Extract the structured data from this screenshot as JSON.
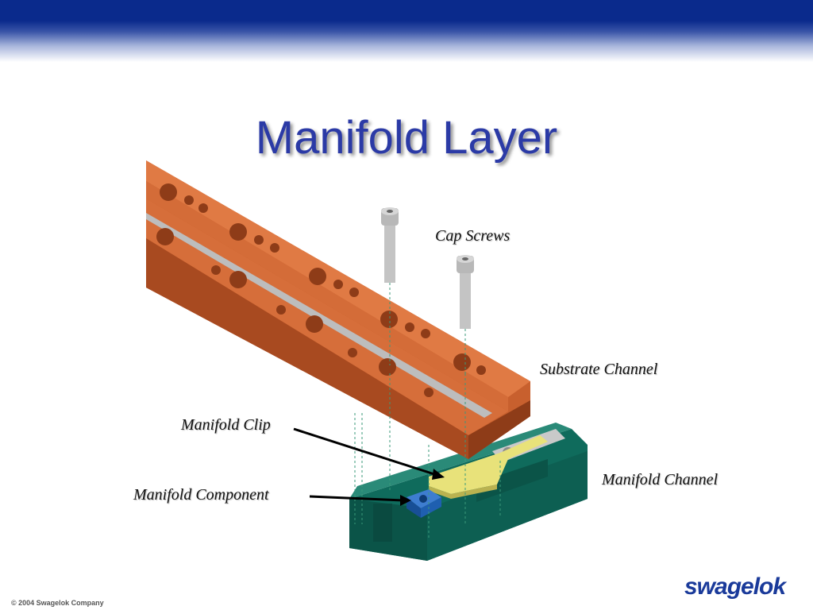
{
  "slide": {
    "title": "Manifold Layer",
    "labels": {
      "cap_screws": "Cap Screws",
      "substrate_channel": "Substrate Channel",
      "manifold_clip": "Manifold Clip",
      "manifold_component": "Manifold Component",
      "manifold_channel": "Manifold Channel"
    },
    "footer": {
      "copyright": "© 2004 Swagelok Company",
      "logo_text": "swagelok"
    }
  },
  "colors": {
    "header_band": "#0a2a8c",
    "title": "#2b3aa6",
    "substrate": "#c8602e",
    "manifold_channel": "#0f6b5c",
    "clip": "#e8e27a",
    "component": "#1f5fb0"
  }
}
